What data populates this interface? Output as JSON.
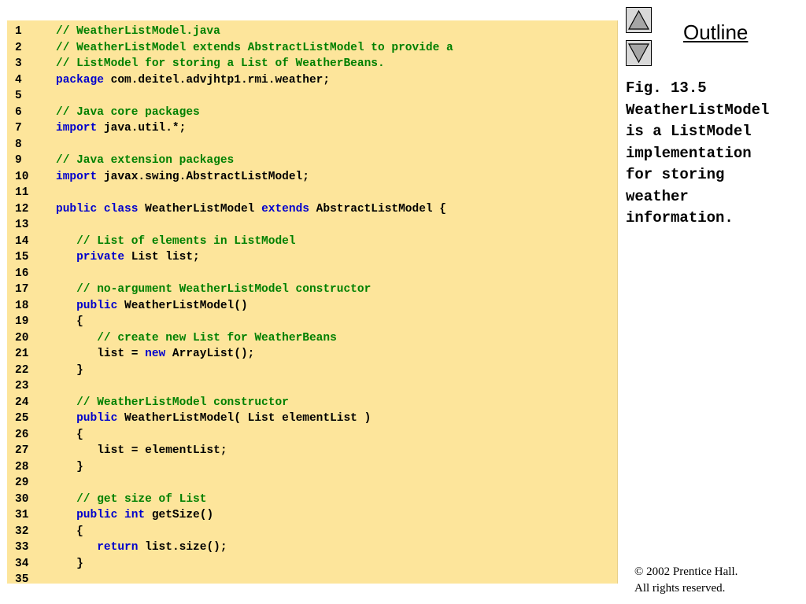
{
  "nav": {
    "up_icon": "up-triangle-icon",
    "down_icon": "down-triangle-icon",
    "outline_label": "Outline"
  },
  "caption": {
    "lines": [
      "Fig. 13.5",
      "WeatherListModel",
      "is a ListModel",
      "implementation",
      "for storing",
      "weather",
      "information."
    ]
  },
  "footer": {
    "copyright": "© 2002 Prentice Hall.",
    "rights": "All rights reserved."
  },
  "colors": {
    "code_background": "#fde59b",
    "comment": "#008000",
    "keyword": "#0000cc",
    "text": "#000000"
  },
  "code": [
    {
      "n": "1",
      "tokens": [
        [
          "c",
          "// WeatherListModel.java"
        ]
      ]
    },
    {
      "n": "2",
      "tokens": [
        [
          "c",
          "// WeatherListModel extends AbstractListModel to provide a"
        ]
      ]
    },
    {
      "n": "3",
      "tokens": [
        [
          "c",
          "// ListModel for storing a List of WeatherBeans."
        ]
      ]
    },
    {
      "n": "4",
      "tokens": [
        [
          "k",
          "package"
        ],
        [
          "t",
          " com.deitel.advjhtp1.rmi.weather;"
        ]
      ]
    },
    {
      "n": "5",
      "tokens": []
    },
    {
      "n": "6",
      "tokens": [
        [
          "c",
          "// Java core packages"
        ]
      ]
    },
    {
      "n": "7",
      "tokens": [
        [
          "k",
          "import"
        ],
        [
          "t",
          " java.util.*;"
        ]
      ]
    },
    {
      "n": "8",
      "tokens": []
    },
    {
      "n": "9",
      "tokens": [
        [
          "c",
          "// Java extension packages"
        ]
      ]
    },
    {
      "n": "10",
      "tokens": [
        [
          "k",
          "import"
        ],
        [
          "t",
          " javax.swing.AbstractListModel;"
        ]
      ]
    },
    {
      "n": "11",
      "tokens": []
    },
    {
      "n": "12",
      "tokens": [
        [
          "k",
          "public class"
        ],
        [
          "t",
          " WeatherListModel "
        ],
        [
          "k",
          "extends"
        ],
        [
          "t",
          " AbstractListModel {"
        ]
      ]
    },
    {
      "n": "13",
      "tokens": []
    },
    {
      "n": "14",
      "tokens": [
        [
          "t",
          "   "
        ],
        [
          "c",
          "// List of elements in ListModel"
        ]
      ]
    },
    {
      "n": "15",
      "tokens": [
        [
          "t",
          "   "
        ],
        [
          "k",
          "private"
        ],
        [
          "t",
          " List list;"
        ]
      ]
    },
    {
      "n": "16",
      "tokens": []
    },
    {
      "n": "17",
      "tokens": [
        [
          "t",
          "   "
        ],
        [
          "c",
          "// no-argument WeatherListModel constructor"
        ]
      ]
    },
    {
      "n": "18",
      "tokens": [
        [
          "t",
          "   "
        ],
        [
          "k",
          "public"
        ],
        [
          "t",
          " WeatherListModel()"
        ]
      ]
    },
    {
      "n": "19",
      "tokens": [
        [
          "t",
          "   {"
        ]
      ]
    },
    {
      "n": "20",
      "tokens": [
        [
          "t",
          "      "
        ],
        [
          "c",
          "// create new List for WeatherBeans"
        ]
      ]
    },
    {
      "n": "21",
      "tokens": [
        [
          "t",
          "      list = "
        ],
        [
          "k",
          "new"
        ],
        [
          "t",
          " ArrayList();"
        ]
      ]
    },
    {
      "n": "22",
      "tokens": [
        [
          "t",
          "   }"
        ]
      ]
    },
    {
      "n": "23",
      "tokens": []
    },
    {
      "n": "24",
      "tokens": [
        [
          "t",
          "   "
        ],
        [
          "c",
          "// WeatherListModel constructor"
        ]
      ]
    },
    {
      "n": "25",
      "tokens": [
        [
          "t",
          "   "
        ],
        [
          "k",
          "public"
        ],
        [
          "t",
          " WeatherListModel( List elementList )"
        ]
      ]
    },
    {
      "n": "26",
      "tokens": [
        [
          "t",
          "   {"
        ]
      ]
    },
    {
      "n": "27",
      "tokens": [
        [
          "t",
          "      list = elementList;"
        ]
      ]
    },
    {
      "n": "28",
      "tokens": [
        [
          "t",
          "   }"
        ]
      ]
    },
    {
      "n": "29",
      "tokens": []
    },
    {
      "n": "30",
      "tokens": [
        [
          "t",
          "   "
        ],
        [
          "c",
          "// get size of List"
        ]
      ]
    },
    {
      "n": "31",
      "tokens": [
        [
          "t",
          "   "
        ],
        [
          "k",
          "public int"
        ],
        [
          "t",
          " getSize()"
        ]
      ]
    },
    {
      "n": "32",
      "tokens": [
        [
          "t",
          "   {"
        ]
      ]
    },
    {
      "n": "33",
      "tokens": [
        [
          "t",
          "      "
        ],
        [
          "k",
          "return"
        ],
        [
          "t",
          " list.size();"
        ]
      ]
    },
    {
      "n": "34",
      "tokens": [
        [
          "t",
          "   }"
        ]
      ]
    },
    {
      "n": "35",
      "tokens": []
    }
  ]
}
